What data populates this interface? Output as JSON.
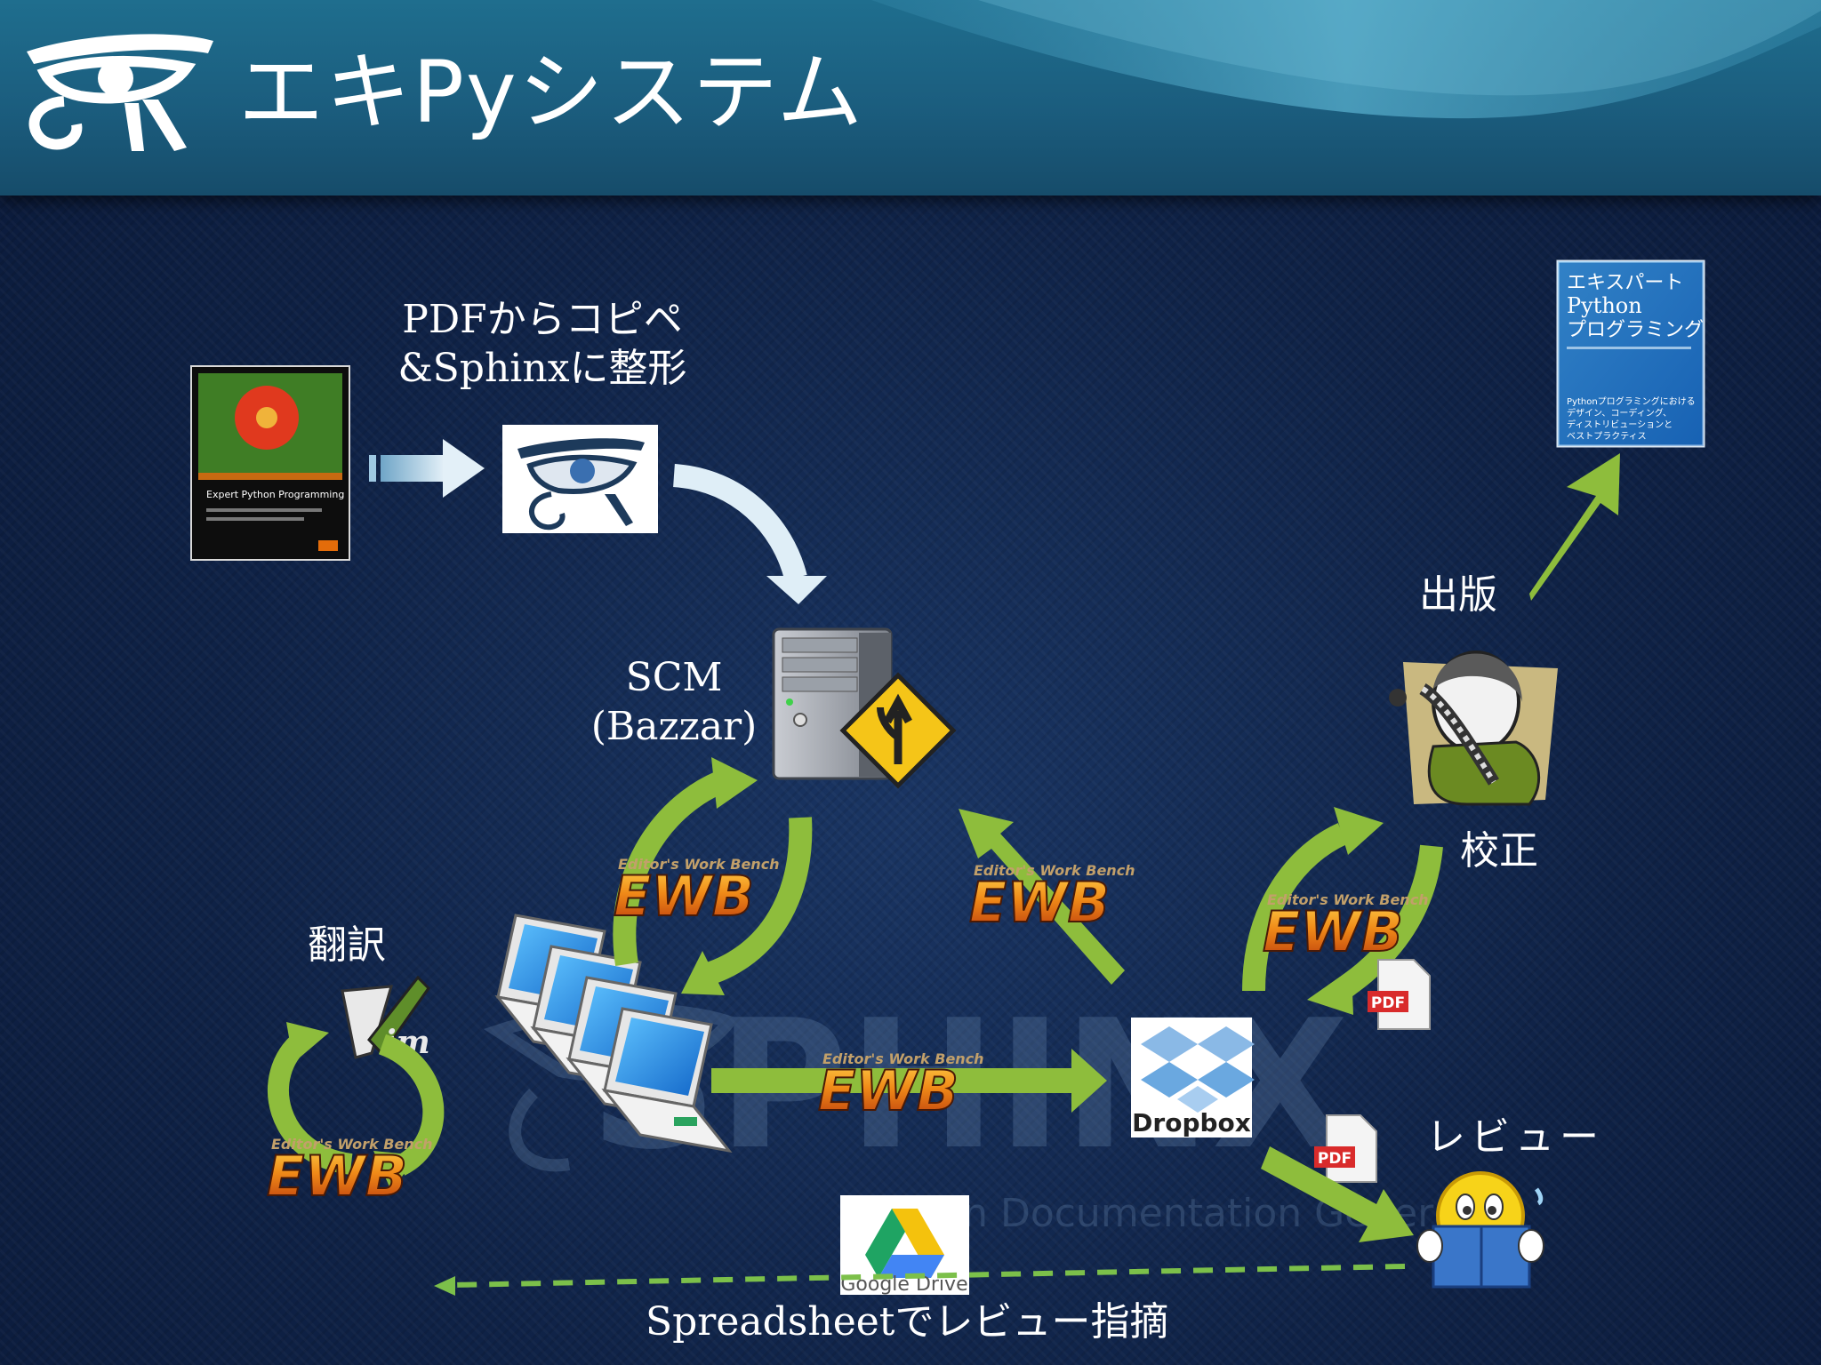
{
  "slide": {
    "title": "エキPyシステム"
  },
  "labels": {
    "copy_paste_line1": "PDFからコピペ",
    "copy_paste_line2": "&Sphinxに整形",
    "scm_line1": "SCM",
    "scm_line2": "(Bazzar)",
    "translation": "翻訳",
    "publication": "出版",
    "proofreading": "校正",
    "review": "レビュー",
    "spreadsheet_review": "Spreadsheetでレビュー指摘"
  },
  "images": {
    "source_book_title": "Expert Python Programming",
    "japanese_book_line1": "エキスパート",
    "japanese_book_line2": "Python",
    "japanese_book_line3": "プログラミング",
    "japanese_book_sub1": "Pythonプログラミングにおける",
    "japanese_book_sub2": "デザイン、コーディング、",
    "japanese_book_sub3": "ディストリビューションと",
    "japanese_book_sub4": "ベストプラクティス",
    "dropbox_label": "Dropbox",
    "google_drive_label": "Google Drive",
    "pdf_badge": "PDF",
    "ewb_logo": "EWB",
    "ewb_tagline": "Editor's Work Bench",
    "sphinx_watermark": "SPHINX",
    "sphinx_watermark_sub": "Python Documentation Generator"
  },
  "colors": {
    "header": "#1b5d7e",
    "background": "#0f2246",
    "arrow_green": "#8ebd3c",
    "dashed_green": "#7cc04a",
    "ewb_orange": "#f08a18"
  }
}
